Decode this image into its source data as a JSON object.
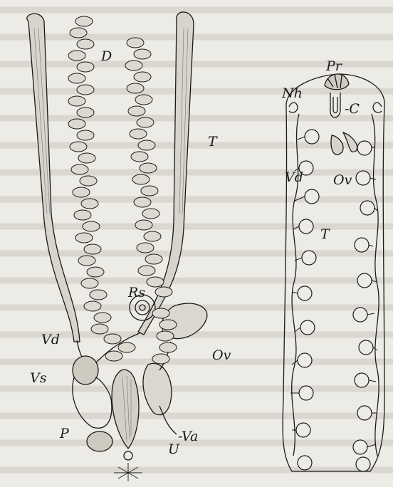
{
  "figure": {
    "left_labels": {
      "D": "D",
      "T": "T",
      "Rs": "Rs",
      "Vd": "Vd",
      "Ov": "Ov",
      "Vs": "Vs",
      "Va": "-Va",
      "P": "P",
      "U": "U"
    },
    "right_labels": {
      "Pr": "Pr",
      "Nh": "Nh",
      "C": "-C",
      "Vd": "Vd",
      "Ov": "Ov",
      "T": "T"
    }
  },
  "colors": {
    "paper": "#ecebe6",
    "ink": "#1a1a1a"
  }
}
